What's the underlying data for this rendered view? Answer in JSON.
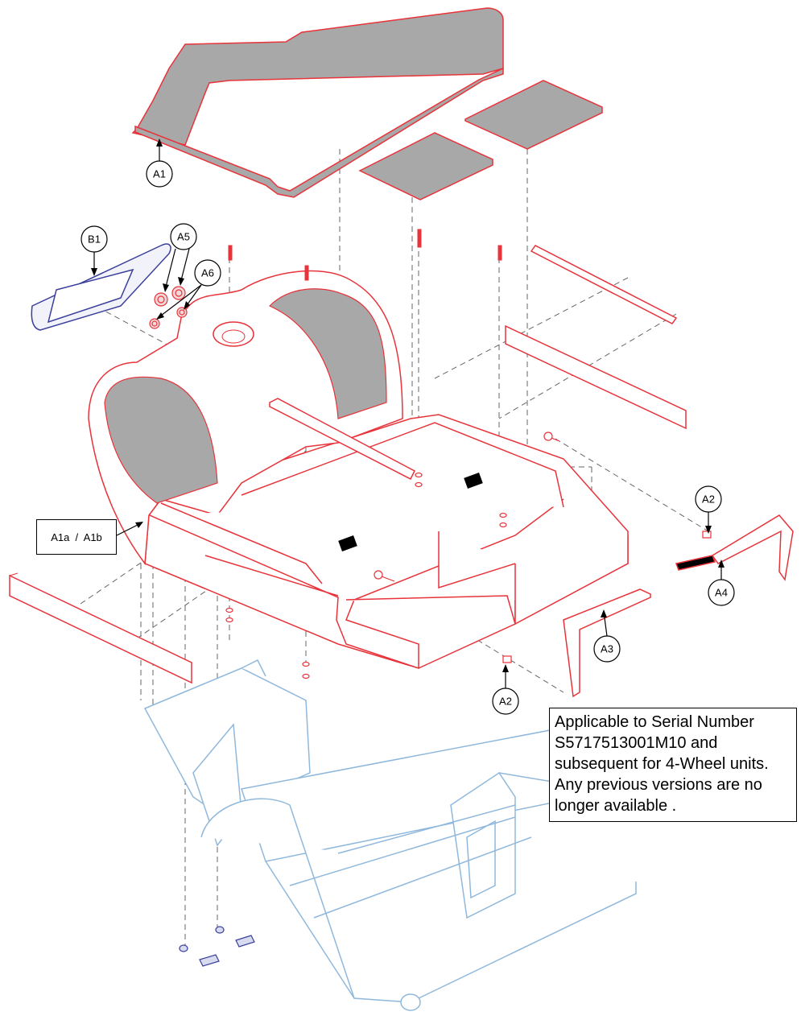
{
  "colors": {
    "shroud": "#e8333a",
    "mat": "#a8a8a8",
    "bumper": "#3a3f9a",
    "frame": "#8fb8dc",
    "hardware": "#3a3f9a",
    "lines": "#555555"
  },
  "callouts": {
    "A1": "A1",
    "A2_top": "A2",
    "A2_bottom": "A2",
    "A3": "A3",
    "A4": "A4",
    "A5": "A5",
    "A6": "A6",
    "B1": "B1"
  },
  "label_box": {
    "text": "A1a  /  A1b"
  },
  "note": {
    "lines": [
      "Applicable to Serial Number",
      "S5717513001M10 and",
      "subsequent for 4-Wheel units.",
      "Any previous versions are no",
      "longer available ."
    ]
  }
}
